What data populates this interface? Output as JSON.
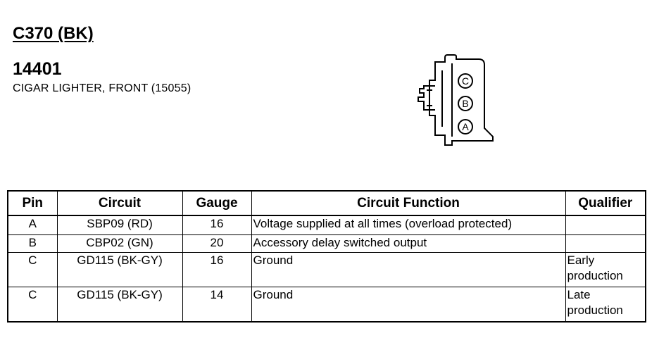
{
  "connector": {
    "title": "C370 (BK)",
    "part_number": "14401",
    "description": "CIGAR LIGHTER, FRONT (15055)"
  },
  "diagram": {
    "pin_labels": [
      "C",
      "B",
      "A"
    ]
  },
  "table": {
    "headers": {
      "pin": "Pin",
      "circuit": "Circuit",
      "gauge": "Gauge",
      "function": "Circuit Function",
      "qualifier": "Qualifier"
    },
    "rows": [
      {
        "pin": "A",
        "circuit": "SBP09 (RD)",
        "gauge": "16",
        "function": "Voltage supplied at all times (overload protected)",
        "qualifier": ""
      },
      {
        "pin": "B",
        "circuit": "CBP02 (GN)",
        "gauge": "20",
        "function": "Accessory delay switched output",
        "qualifier": ""
      },
      {
        "pin": "C",
        "circuit": "GD115 (BK-GY)",
        "gauge": "16",
        "function": "Ground",
        "qualifier": "Early\nproduction"
      },
      {
        "pin": "C",
        "circuit": "GD115 (BK-GY)",
        "gauge": "14",
        "function": "Ground",
        "qualifier": "Late\nproduction"
      }
    ]
  }
}
